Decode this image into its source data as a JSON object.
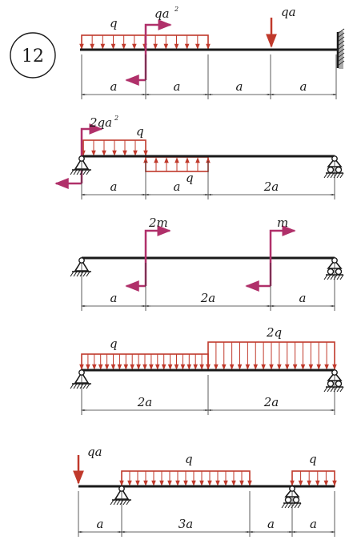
{
  "problem_number": "12",
  "colors": {
    "load": "#c0392b",
    "moment": "#b0306a",
    "beam": "#1a1a1a",
    "dim": "#333333"
  },
  "diagram1": {
    "load_q": "q",
    "moment_label": "qa",
    "moment_sup": "2",
    "force_label": "qa",
    "dims": [
      "a",
      "a",
      "a",
      "a"
    ]
  },
  "diagram2": {
    "moment_label": "2qa",
    "moment_sup": "2",
    "load_up": "q",
    "load_down": "q",
    "dims": [
      "a",
      "a",
      "2a"
    ]
  },
  "diagram3": {
    "moment1": "2m",
    "moment2": "m",
    "dims": [
      "a",
      "2a",
      "a"
    ]
  },
  "diagram4": {
    "load_left": "q",
    "load_right": "2q",
    "dims": [
      "2a",
      "2a"
    ]
  },
  "diagram5": {
    "force_label": "qa",
    "load_mid": "q",
    "load_right": "q",
    "dims": [
      "a",
      "3a",
      "a",
      "a"
    ]
  }
}
